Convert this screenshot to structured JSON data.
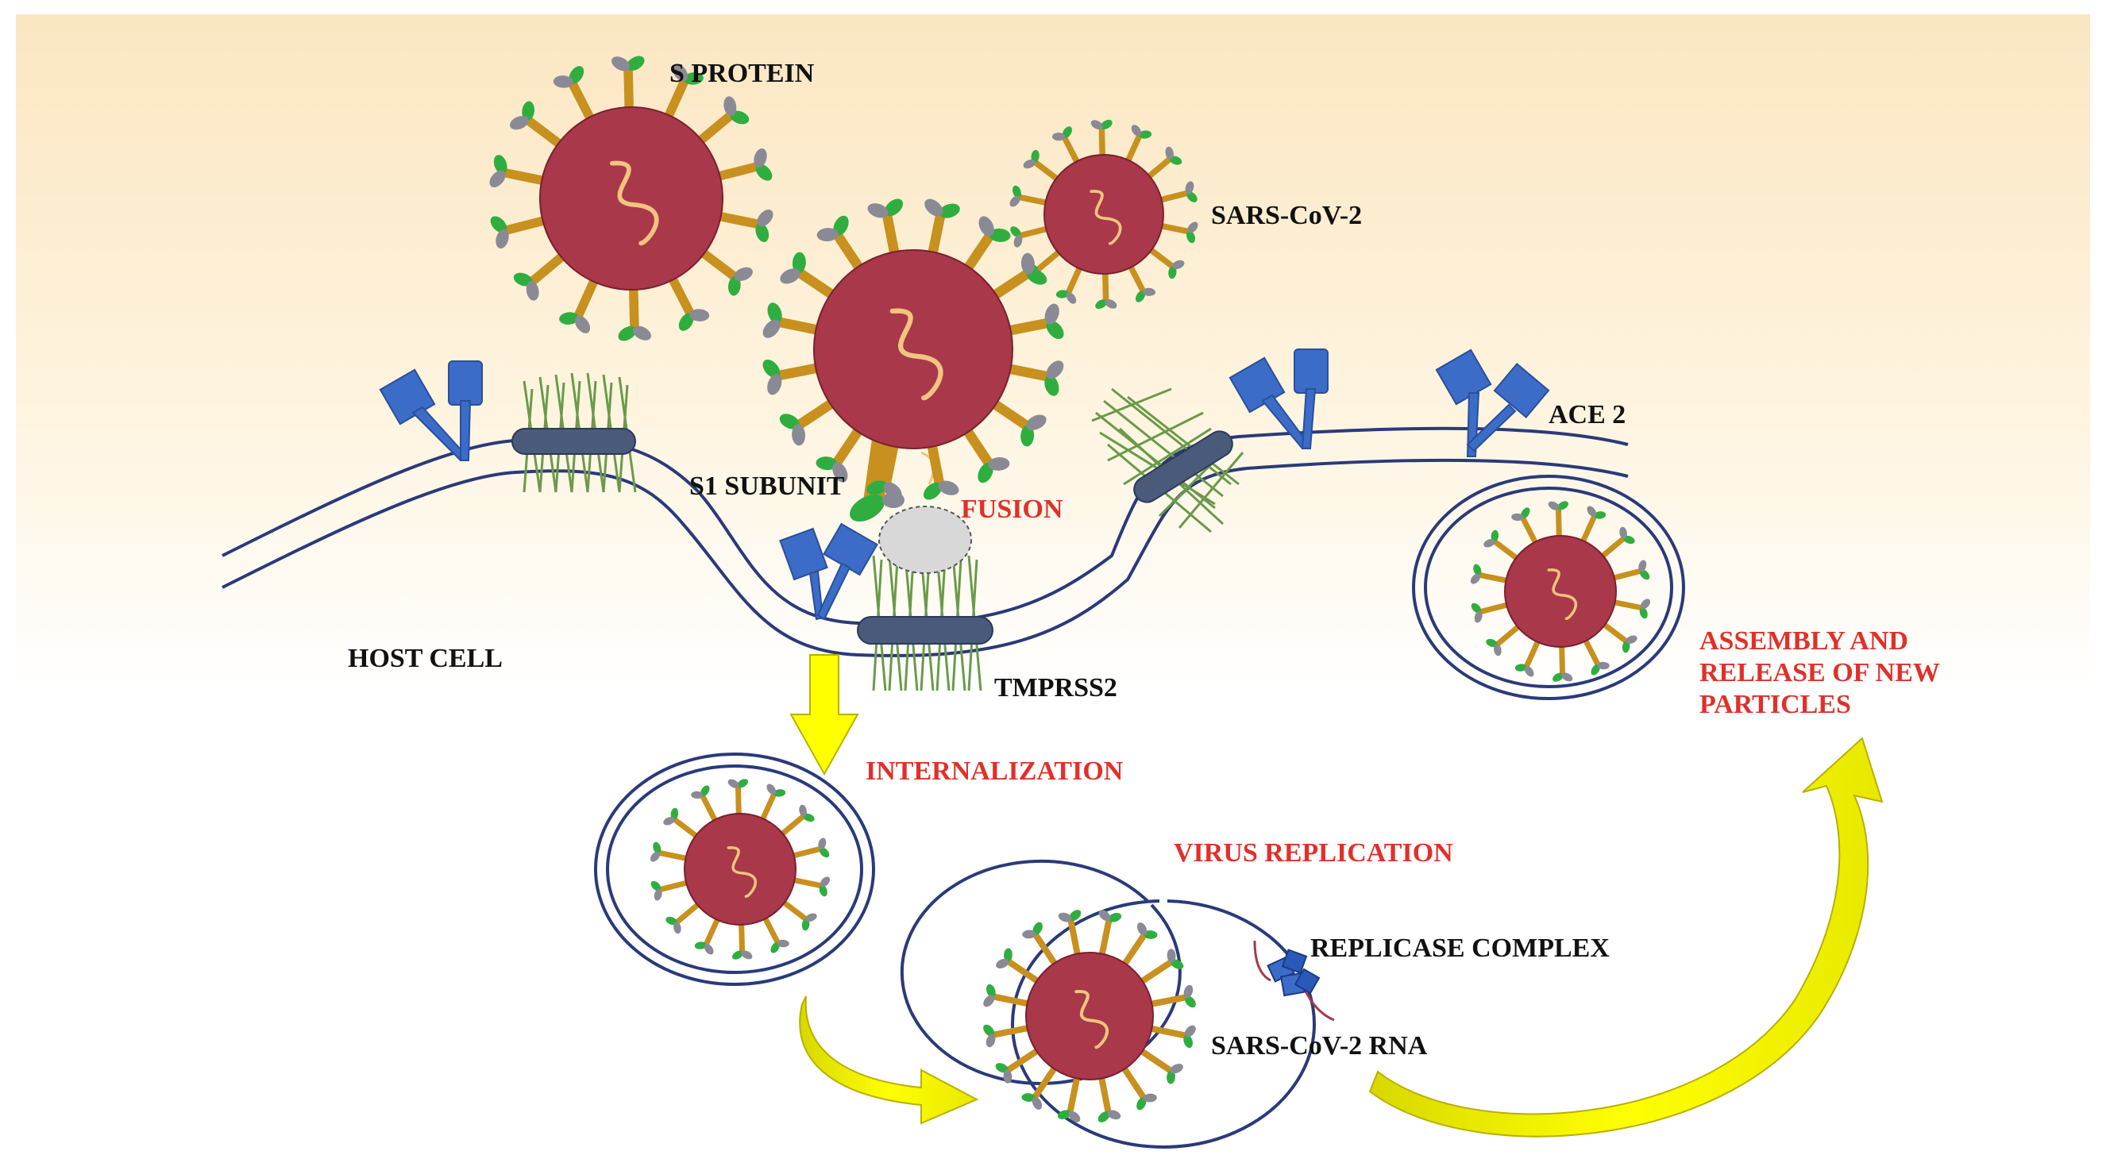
{
  "labels": {
    "s_protein": "S PROTEIN",
    "sars_cov_2": "SARS-CoV-2",
    "ace2": "ACE 2",
    "s1_subunit": "S1 SUBUNIT",
    "fusion": "FUSION",
    "host_cell": "HOST CELL",
    "tmprss2": "TMPRSS2",
    "internalization": "INTERNALIZATION",
    "virus_replication": "VIRUS REPLICATION",
    "replicase_complex": "REPLICASE COMPLEX",
    "sars_cov_2_rna": "SARS-CoV-2 RNA",
    "assembly_line1": "ASSEMBLY AND",
    "assembly_line2": "RELEASE OF NEW",
    "assembly_line3": "PARTICLES"
  },
  "colors": {
    "virus_body": "#a8384a",
    "spike_stalk": "#c8901e",
    "spike_tip_green": "#2fae3f",
    "spike_tip_gray": "#8a8a96",
    "rna_strand": "#f2c47e",
    "ace2_receptor": "#3b6cc8",
    "tmprss2": "#4a5a7a",
    "membrane": "#2a3a7a",
    "glycan": "#6a9a4a",
    "arrow_yellow": "#ffff00",
    "label_red": "#e0302a",
    "label_black": "#111111"
  }
}
